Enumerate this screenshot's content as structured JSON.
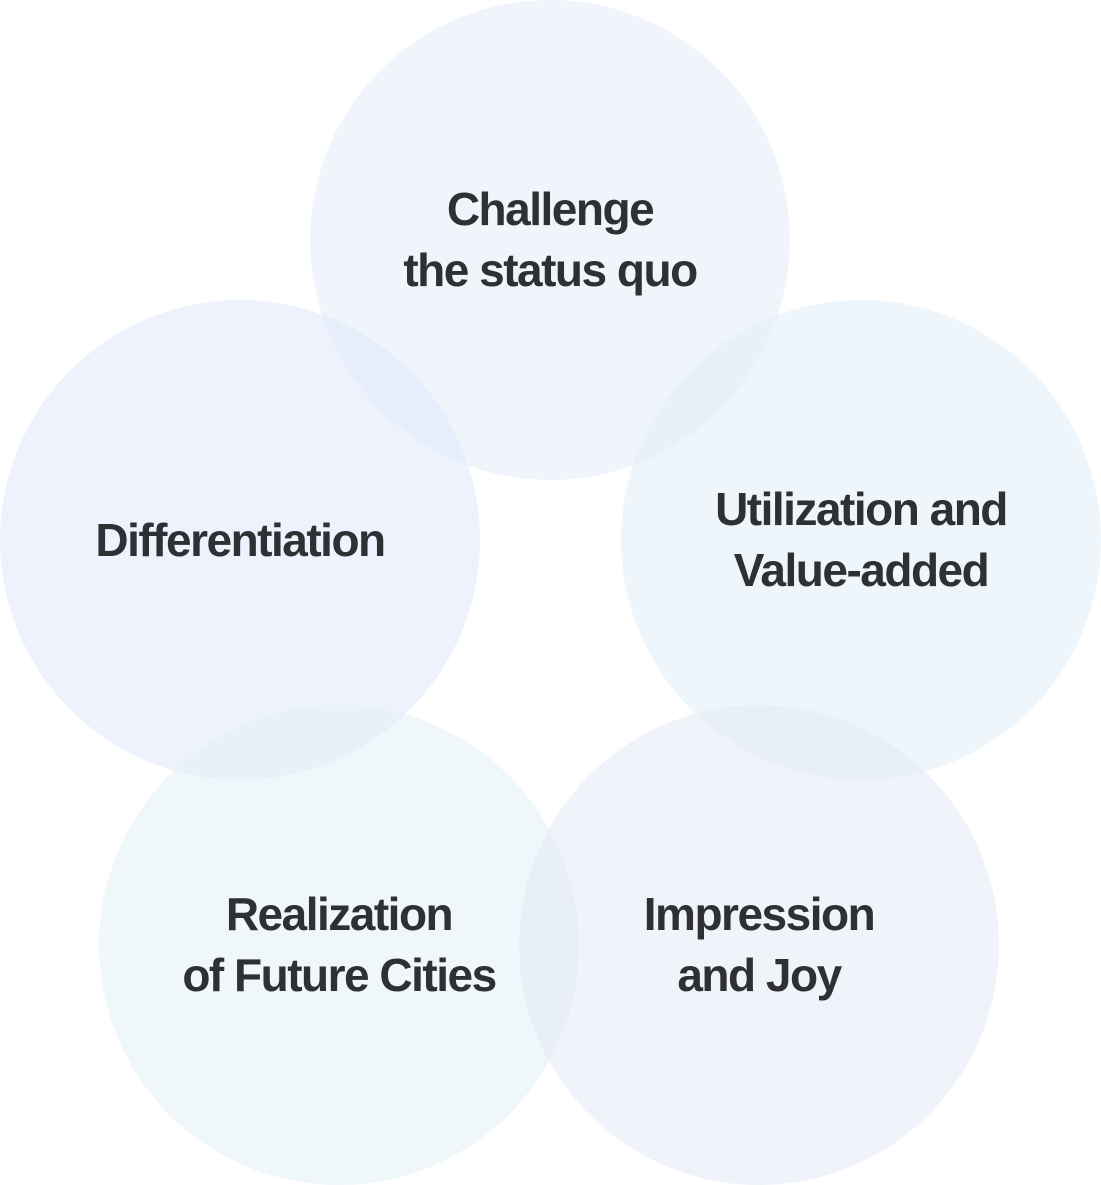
{
  "colors": {
    "circle_top": "#e3ebf8",
    "circle_left": "#dfe8fb",
    "circle_right": "#e0eff8",
    "circle_bottom_left": "#e2f0f8",
    "circle_bottom_right": "#e4e9f5",
    "text": "#2e3033"
  },
  "circles": {
    "top": {
      "line1": "Challenge",
      "line2": "the status quo"
    },
    "left": {
      "line1": "Differentiation"
    },
    "right": {
      "line1": "Utilization and",
      "line2": "Value-added"
    },
    "bottom_left": {
      "line1": "Realization",
      "line2": "of Future Cities"
    },
    "bottom_right": {
      "line1": "Impression",
      "line2": "and Joy"
    }
  }
}
